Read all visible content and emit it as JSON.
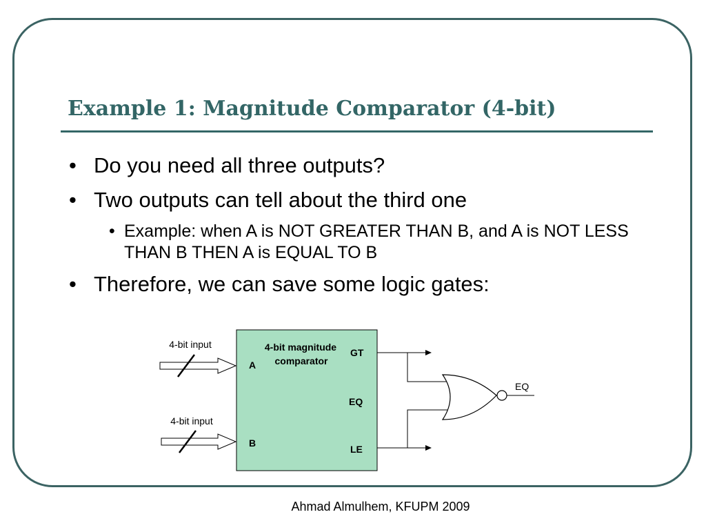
{
  "slide": {
    "title": "Example 1: Magnitude Comparator (4-bit)",
    "bullets": {
      "b1": "Do you need all three outputs?",
      "b2": "Two outputs can tell about the third one",
      "b2_sub1": "Example: when A is NOT GREATER THAN B, and A is NOT LESS THAN B THEN A is EQUAL TO B",
      "b3": "Therefore, we can save some logic gates:"
    },
    "footer": "Ahmad Almulhem, KFUPM 2009"
  },
  "diagram": {
    "input_top_label": "4-bit input",
    "input_bottom_label": "4-bit input",
    "comparator_label_line1": "4-bit magnitude",
    "comparator_label_line2": "comparator",
    "port_a": "A",
    "port_b": "B",
    "out_gt": "GT",
    "out_eq": "EQ",
    "out_le": "LE",
    "gate_output_label": "EQ"
  },
  "colors": {
    "frame": "#3b6363",
    "title": "#336666",
    "comparator_fill": "#a9dfc2"
  }
}
